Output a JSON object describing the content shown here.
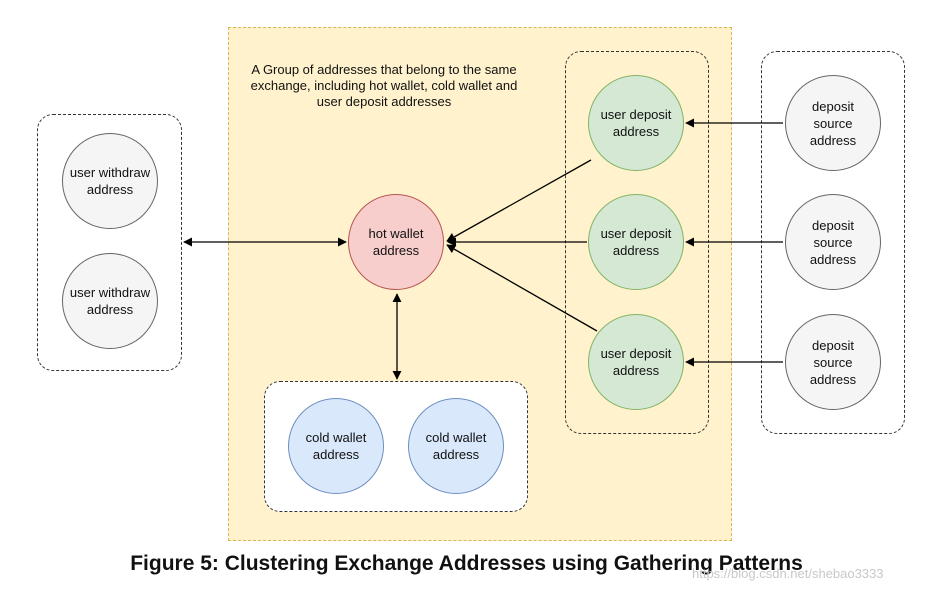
{
  "zone_label": "A Group of addresses that belong to the same exchange, including hot wallet, cold wallet and user deposit addresses",
  "nodes": {
    "user_withdraw": [
      "user withdraw address",
      "user withdraw address"
    ],
    "hot_wallet": "hot wallet address",
    "cold_wallet": [
      "cold wallet address",
      "cold wallet address"
    ],
    "user_deposit": [
      "user deposit address",
      "user deposit address",
      "user deposit address"
    ],
    "deposit_source": [
      "deposit source address",
      "deposit source address",
      "deposit source address"
    ]
  },
  "caption": "Figure 5: Clustering Exchange Addresses using Gathering Patterns",
  "watermark": "https://blog.csdn.net/shebao3333",
  "colors": {
    "exchange_zone": "#fff2cc",
    "grey_node": "#f5f5f5",
    "green_node": "#d5e8d4",
    "red_node": "#f8cecc",
    "blue_node": "#dae8fc"
  }
}
